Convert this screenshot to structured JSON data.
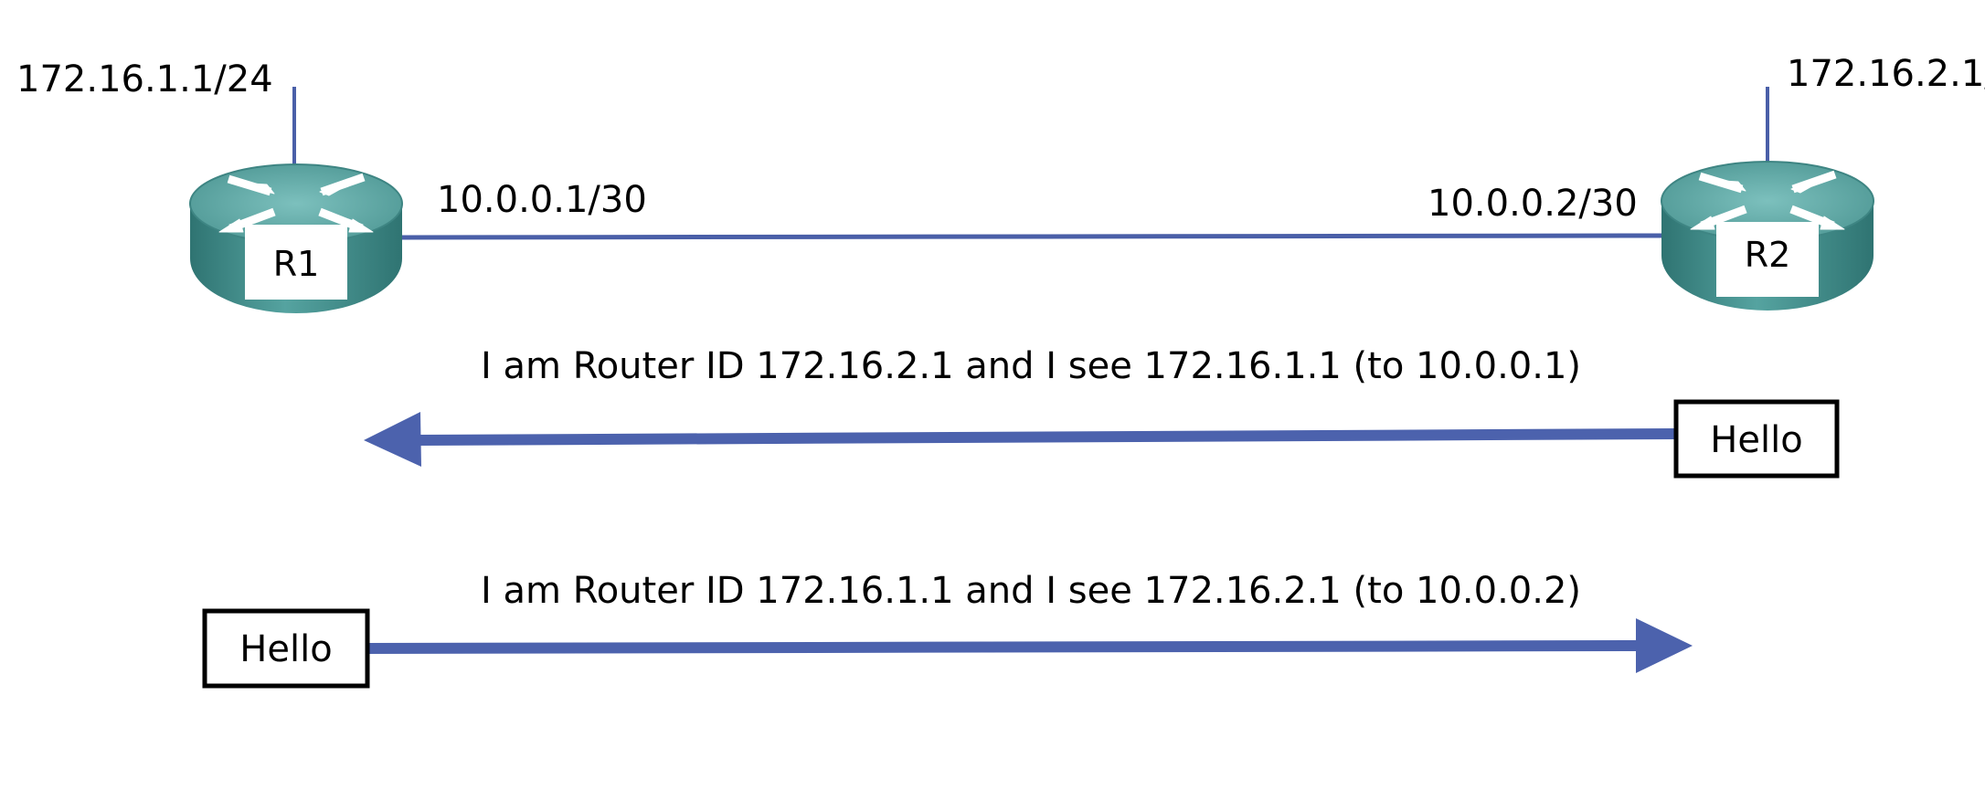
{
  "routers": [
    {
      "name": "R1",
      "lan_address": "172.16.1.1/24",
      "link_address": "10.0.0.1/30"
    },
    {
      "name": "R2",
      "lan_address": "172.16.2.1/",
      "link_address": "10.0.0.2/30"
    }
  ],
  "messages": [
    {
      "label": "Hello",
      "text": "I am Router ID 172.16.2.1 and I see 172.16.1.1 (to 10.0.0.1)",
      "direction": "R2 to R1"
    },
    {
      "label": "Hello",
      "text": "I am Router ID 172.16.1.1 and I see 172.16.2.1 (to 10.0.0.2)",
      "direction": "R1 to R2"
    }
  ],
  "colors": {
    "link": "#4a5fa8",
    "arrow": "#4c62ad",
    "router_top": "#5ea19f",
    "router_side": "#3e8583",
    "router_label_bg": "#ffffff"
  },
  "icons": {
    "router": "router-icon"
  }
}
